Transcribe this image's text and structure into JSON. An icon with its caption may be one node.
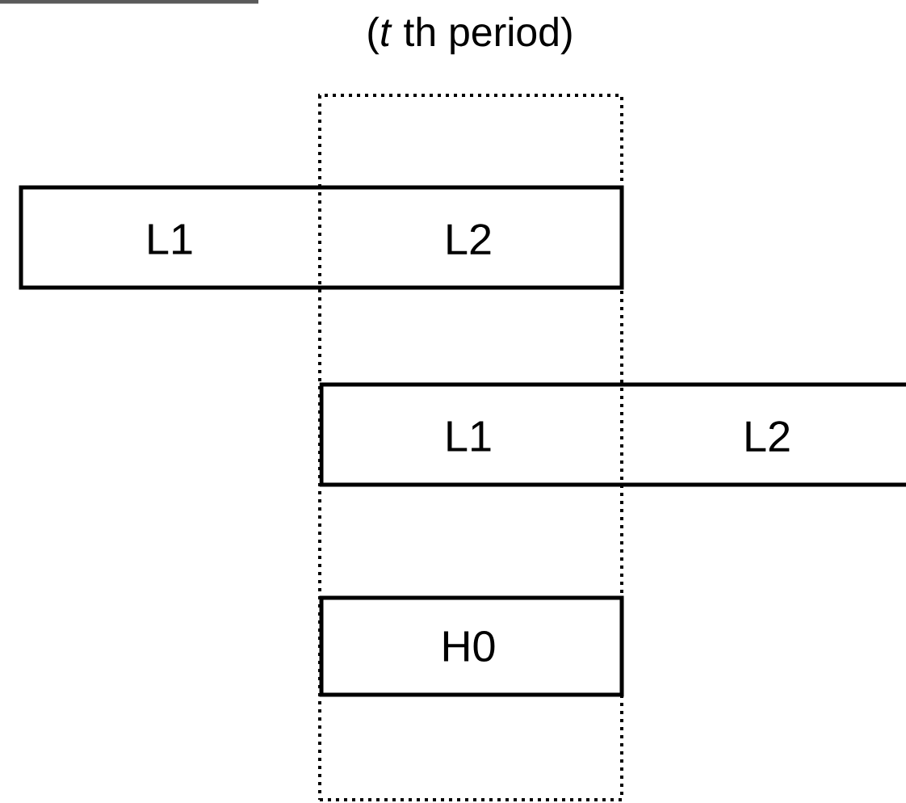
{
  "diagram": {
    "nodes": [
      {
        "text": [
          "(*t* th period)"
        ]
      },
      {
        "text": [
          "L1",
          "L2"
        ]
      },
      {
        "text": [
          "L1",
          "L2"
        ]
      },
      {
        "text": [
          "H0"
        ],
        "in": 0
      }
    ]
  }
}
